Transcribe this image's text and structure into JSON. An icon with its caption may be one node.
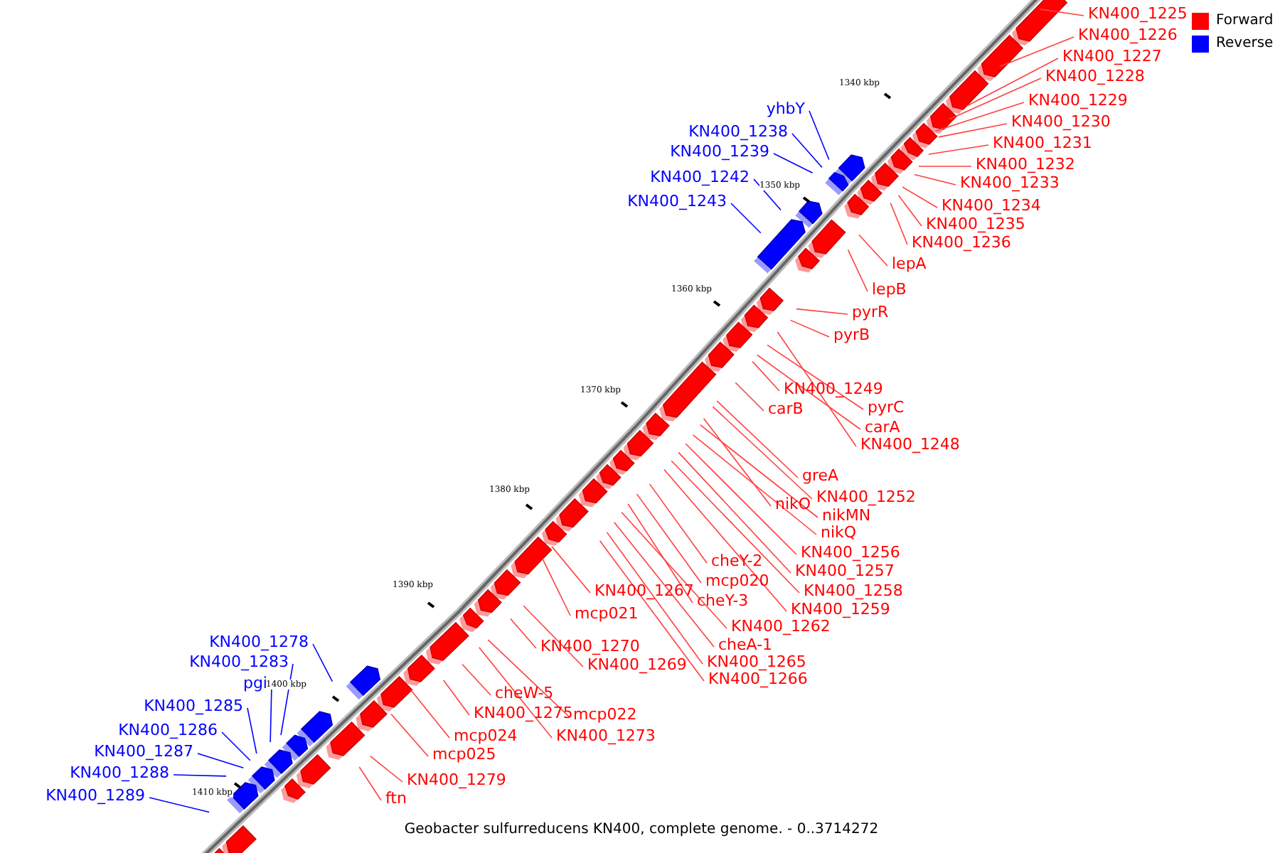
{
  "diagram": {
    "caption": "Geobacter sulfurreducens KN400, complete genome. - 0..3714272",
    "nodes": [
      {
        "text": [
          "KN400_1225"
        ]
      },
      {
        "text": [
          "KN400_1226"
        ]
      },
      {
        "text": [
          "KN400_1227"
        ]
      },
      {
        "text": [
          "KN400_1228"
        ]
      },
      {
        "text": [
          "KN400_1229"
        ]
      },
      {
        "text": [
          "KN400_1230"
        ]
      },
      {
        "text": [
          "KN400_1231"
        ]
      },
      {
        "text": [
          "KN400_1232"
        ]
      },
      {
        "text": [
          "KN400_1233"
        ]
      },
      {
        "text": [
          "KN400_1234"
        ]
      },
      {
        "text": [
          "KN400_1235"
        ]
      },
      {
        "text": [
          "KN400_1236"
        ]
      },
      {
        "text": [
          "lepA"
        ]
      },
      {
        "text": [
          "lepB"
        ]
      },
      {
        "text": [
          "pyrR"
        ]
      },
      {
        "text": [
          "pyrB"
        ]
      },
      {
        "text": [
          "KN400_1249"
        ]
      },
      {
        "text": [
          "pyrC"
        ]
      },
      {
        "text": [
          "carA"
        ]
      },
      {
        "text": [
          "KN400_1248"
        ]
      },
      {
        "text": [
          "carB"
        ]
      },
      {
        "text": [
          "greA"
        ]
      },
      {
        "text": [
          "KN400_1252"
        ]
      },
      {
        "text": [
          "nikO"
        ]
      },
      {
        "text": [
          "nikMN"
        ]
      },
      {
        "text": [
          "nikQ"
        ]
      },
      {
        "text": [
          "KN400_1256"
        ]
      },
      {
        "text": [
          "KN400_1257"
        ]
      },
      {
        "text": [
          "KN400_1258"
        ]
      },
      {
        "text": [
          "KN400_1259"
        ]
      },
      {
        "text": [
          "cheY-2"
        ]
      },
      {
        "text": [
          "mcp020"
        ]
      },
      {
        "text": [
          "cheY-3"
        ]
      },
      {
        "text": [
          "KN400_1262"
        ]
      },
      {
        "text": [
          "cheA-1"
        ]
      },
      {
        "text": [
          "KN400_1265"
        ]
      },
      {
        "text": [
          "KN400_1266"
        ]
      },
      {
        "text": [
          "KN400_1267"
        ]
      },
      {
        "text": [
          "mcp021"
        ]
      },
      {
        "text": [
          "KN400_1270"
        ]
      },
      {
        "text": [
          "KN400_1269"
        ]
      },
      {
        "text": [
          "cheW-5"
        ]
      },
      {
        "text": [
          "KN400_1275"
        ]
      },
      {
        "text": [
          "mcp022"
        ]
      },
      {
        "text": [
          "KN400_1273"
        ]
      },
      {
        "text": [
          "mcp024"
        ]
      },
      {
        "text": [
          "mcp025"
        ]
      },
      {
        "text": [
          "KN400_1279"
        ]
      },
      {
        "text": [
          "ftn"
        ]
      },
      {
        "text": [
          "yhbY"
        ]
      },
      {
        "text": [
          "KN400_1238"
        ]
      },
      {
        "text": [
          "KN400_1239"
        ]
      },
      {
        "text": [
          "KN400_1242"
        ]
      },
      {
        "text": [
          "KN400_1243"
        ]
      },
      {
        "text": [
          "KN400_1278"
        ]
      },
      {
        "text": [
          "KN400_1283"
        ]
      },
      {
        "text": [
          "pgi"
        ]
      },
      {
        "text": [
          "KN400_1285"
        ]
      },
      {
        "text": [
          "KN400_1286"
        ]
      },
      {
        "text": [
          "KN400_1287"
        ]
      },
      {
        "text": [
          "KN400_1288"
        ]
      },
      {
        "text": [
          "KN400_1289"
        ]
      }
    ],
    "edges": [
      {
        "from": 0,
        "to": null,
        "arrow": "none"
      },
      {
        "from": 1,
        "to": null,
        "arrow": "none"
      },
      {
        "from": 2,
        "to": null,
        "arrow": "none"
      },
      {
        "from": 3,
        "to": null,
        "arrow": "none"
      },
      {
        "from": 4,
        "to": null,
        "arrow": "none"
      },
      {
        "from": 5,
        "to": null,
        "arrow": "none"
      },
      {
        "from": 6,
        "to": null,
        "arrow": "none"
      },
      {
        "from": 7,
        "to": null,
        "arrow": "none"
      },
      {
        "from": 8,
        "to": null,
        "arrow": "none"
      },
      {
        "from": 9,
        "to": null,
        "arrow": "none"
      },
      {
        "from": 10,
        "to": null,
        "arrow": "none"
      },
      {
        "from": 11,
        "to": null,
        "arrow": "none"
      },
      {
        "from": 12,
        "to": null,
        "arrow": "none"
      },
      {
        "from": 13,
        "to": null,
        "arrow": "none"
      },
      {
        "from": 14,
        "to": null,
        "arrow": "none"
      },
      {
        "from": 15,
        "to": null,
        "arrow": "none"
      },
      {
        "from": 16,
        "to": null,
        "arrow": "none"
      },
      {
        "from": 17,
        "to": null,
        "arrow": "none"
      },
      {
        "from": 18,
        "to": null,
        "arrow": "none"
      },
      {
        "from": 19,
        "to": null,
        "arrow": "none"
      },
      {
        "from": 20,
        "to": null,
        "arrow": "none"
      },
      {
        "from": 21,
        "to": null,
        "arrow": "none"
      },
      {
        "from": 22,
        "to": null,
        "arrow": "none"
      },
      {
        "from": 23,
        "to": null,
        "arrow": "none"
      },
      {
        "from": 24,
        "to": null,
        "arrow": "none"
      },
      {
        "from": 25,
        "to": null,
        "arrow": "none"
      },
      {
        "from": 26,
        "to": null,
        "arrow": "none"
      },
      {
        "from": 27,
        "to": null,
        "arrow": "none"
      },
      {
        "from": 28,
        "to": null,
        "arrow": "none"
      },
      {
        "from": 29,
        "to": null,
        "arrow": "none"
      },
      {
        "from": 30,
        "to": null,
        "arrow": "none"
      },
      {
        "from": 31,
        "to": null,
        "arrow": "none"
      },
      {
        "from": 32,
        "to": null,
        "arrow": "none"
      },
      {
        "from": 33,
        "to": null,
        "arrow": "none"
      },
      {
        "from": 34,
        "to": null,
        "arrow": "none"
      },
      {
        "from": 35,
        "to": null,
        "arrow": "none"
      },
      {
        "from": 36,
        "to": null,
        "arrow": "none"
      },
      {
        "from": 37,
        "to": null,
        "arrow": "none"
      },
      {
        "from": 38,
        "to": null,
        "arrow": "none"
      },
      {
        "from": 39,
        "to": null,
        "arrow": "none"
      },
      {
        "from": 40,
        "to": null,
        "arrow": "none"
      },
      {
        "from": 41,
        "to": null,
        "arrow": "none"
      },
      {
        "from": 42,
        "to": null,
        "arrow": "none"
      },
      {
        "from": 43,
        "to": null,
        "arrow": "none"
      },
      {
        "from": 44,
        "to": null,
        "arrow": "none"
      },
      {
        "from": 45,
        "to": null,
        "arrow": "none"
      },
      {
        "from": 46,
        "to": null,
        "arrow": "none"
      },
      {
        "from": 47,
        "to": null,
        "arrow": "none"
      },
      {
        "from": 48,
        "to": null,
        "arrow": "none"
      },
      {
        "from": 49,
        "to": null,
        "arrow": "none",
        "color": "#0000ff"
      },
      {
        "from": 50,
        "to": null,
        "arrow": "none",
        "color": "#0000ff"
      },
      {
        "from": 51,
        "to": null,
        "arrow": "none",
        "color": "#0000ff"
      },
      {
        "from": 52,
        "to": null,
        "arrow": "none",
        "color": "#0000ff"
      },
      {
        "from": 53,
        "to": null,
        "arrow": "none",
        "color": "#0000ff"
      },
      {
        "from": 54,
        "to": null,
        "arrow": "none",
        "color": "#0000ff"
      },
      {
        "from": 55,
        "to": null,
        "arrow": "none",
        "color": "#0000ff"
      },
      {
        "from": 56,
        "to": null,
        "arrow": "none",
        "color": "#0000ff"
      },
      {
        "from": 57,
        "to": null,
        "arrow": "none",
        "color": "#0000ff"
      },
      {
        "from": 58,
        "to": null,
        "arrow": "none",
        "color": "#0000ff"
      },
      {
        "from": 59,
        "to": null,
        "arrow": "none",
        "color": "#0000ff"
      },
      {
        "from": 60,
        "to": null,
        "arrow": "none",
        "color": "#0000ff"
      },
      {
        "from": 61,
        "to": null,
        "arrow": "none",
        "color": "#0000ff"
      }
    ],
    "labels": [
      "1340 kbp",
      "1350 kbp",
      "1360 kbp",
      "1370 kbp",
      "1380 kbp",
      "1390 kbp",
      "1400 kbp",
      "1410 kbp"
    ],
    "legend": [
      {
        "text": "Forward",
        "color": "#ff0000"
      },
      {
        "text": "Reverse",
        "color": "#0000ff"
      }
    ]
  }
}
